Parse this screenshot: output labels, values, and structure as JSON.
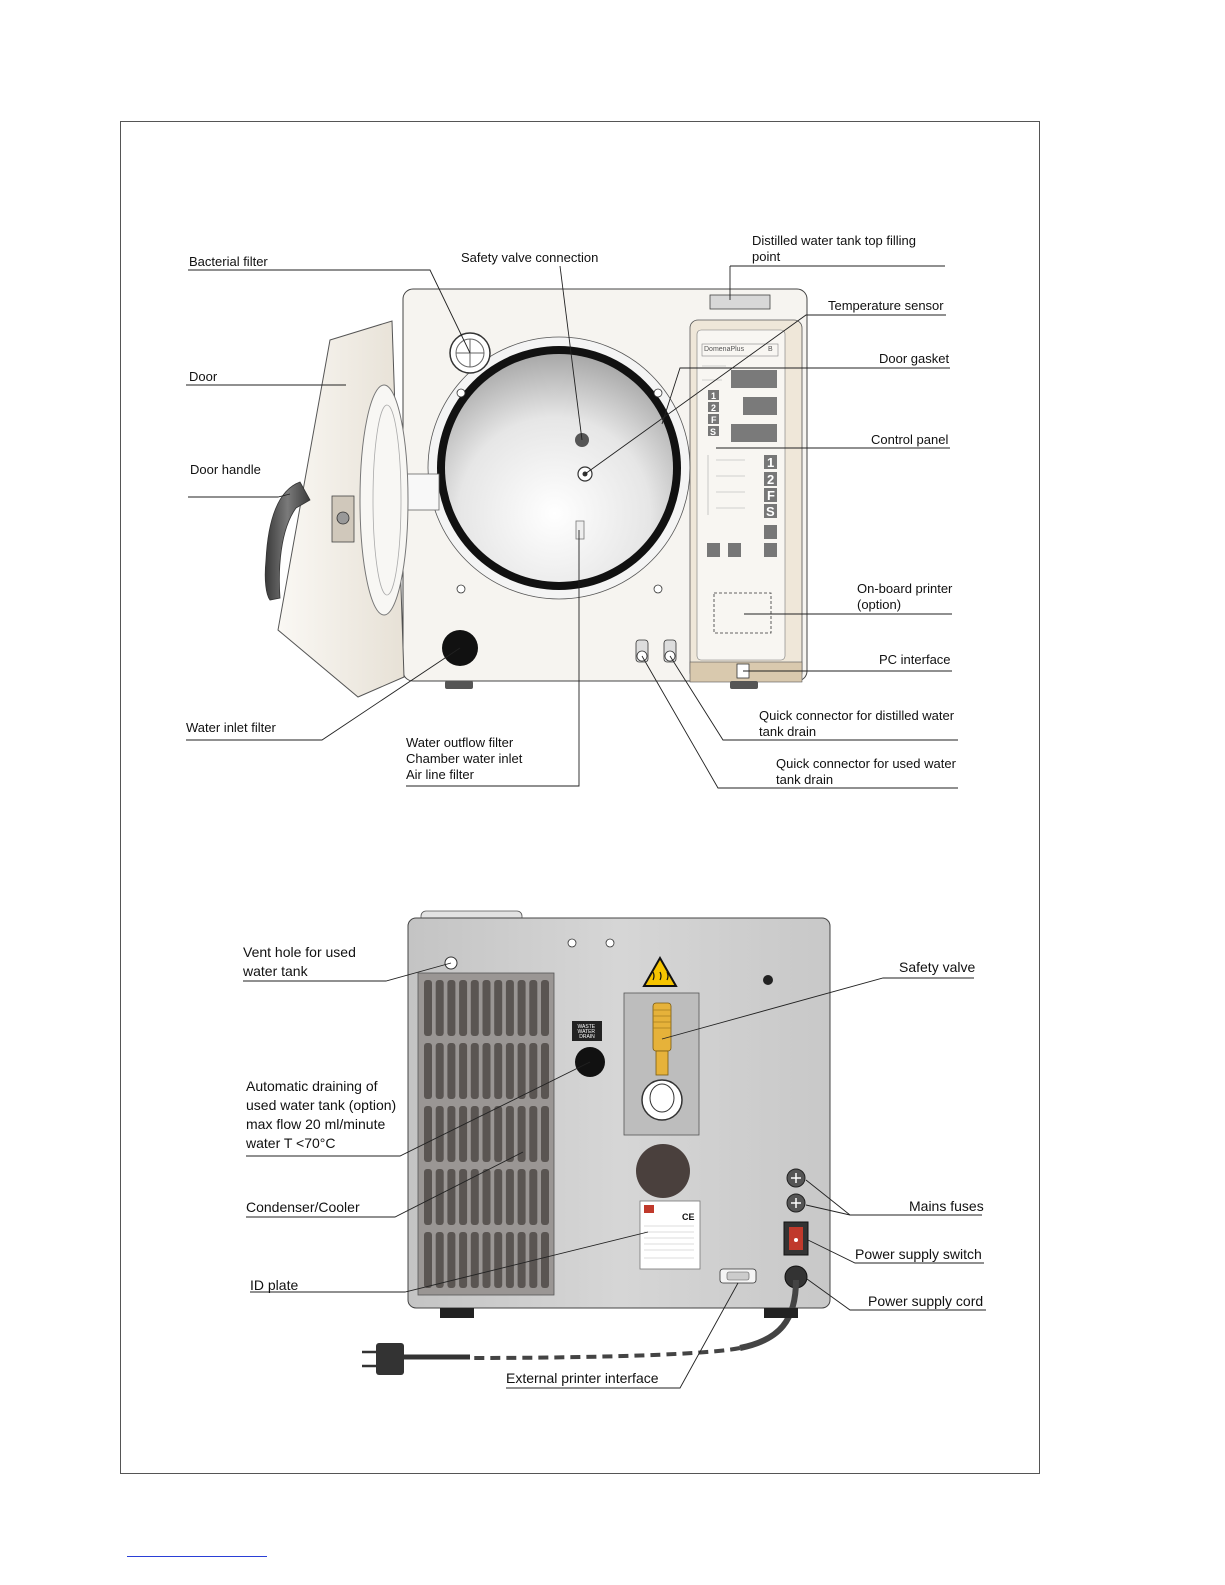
{
  "front_view": {
    "labels": {
      "bacterial_filter": "Bacterial filter",
      "safety_valve_connection": "Safety valve connection",
      "distilled_water_tank_top_filling_point": "Distilled water tank top filling\npoint",
      "temperature_sensor": "Temperature sensor",
      "door": "Door",
      "door_gasket": "Door gasket",
      "control_panel": "Control panel",
      "door_handle": "Door handle",
      "on_board_printer": "On-board printer\n(option)",
      "pc_interface": "PC interface",
      "water_inlet_filter": "Water inlet filter",
      "quick_connector_distilled": "Quick connector for distilled water\ntank drain",
      "water_outflow_filter": "Water outflow filter\nChamber water inlet\nAir line filter",
      "quick_connector_used": "Quick connector for used water\ntank drain"
    },
    "panel": {
      "brand": "DomenaPlus",
      "model": "B",
      "keys": [
        "1",
        "2",
        "F",
        "S"
      ],
      "program_keys": [
        "1",
        "2",
        "F",
        "S"
      ]
    }
  },
  "rear_view": {
    "labels": {
      "vent_hole": "Vent hole for used\nwater tank",
      "safety_valve": "Safety valve",
      "automatic_draining": "Automatic draining of\nused water tank (option)\nmax flow 20 ml/minute\nwater T <70°C",
      "condenser_cooler": "Condenser/Cooler",
      "mains_fuses": "Mains fuses",
      "power_supply_switch": "Power supply switch",
      "id_plate": "ID plate",
      "power_supply_cord": "Power supply cord",
      "external_printer_interface": "External printer interface"
    },
    "waste_water_drain": "WASTE\nWATER\nDRAIN",
    "id_plate_mark": "CE"
  },
  "colors": {
    "body": "#f5f3ef",
    "door": "#f3f0ea",
    "gasket": "#111111",
    "handle": "#555555",
    "rear_panel": "#cfcfcf",
    "grille": "#5f5a57",
    "valve_brass": "#e6b23a",
    "warning_yellow": "#f6c400"
  }
}
